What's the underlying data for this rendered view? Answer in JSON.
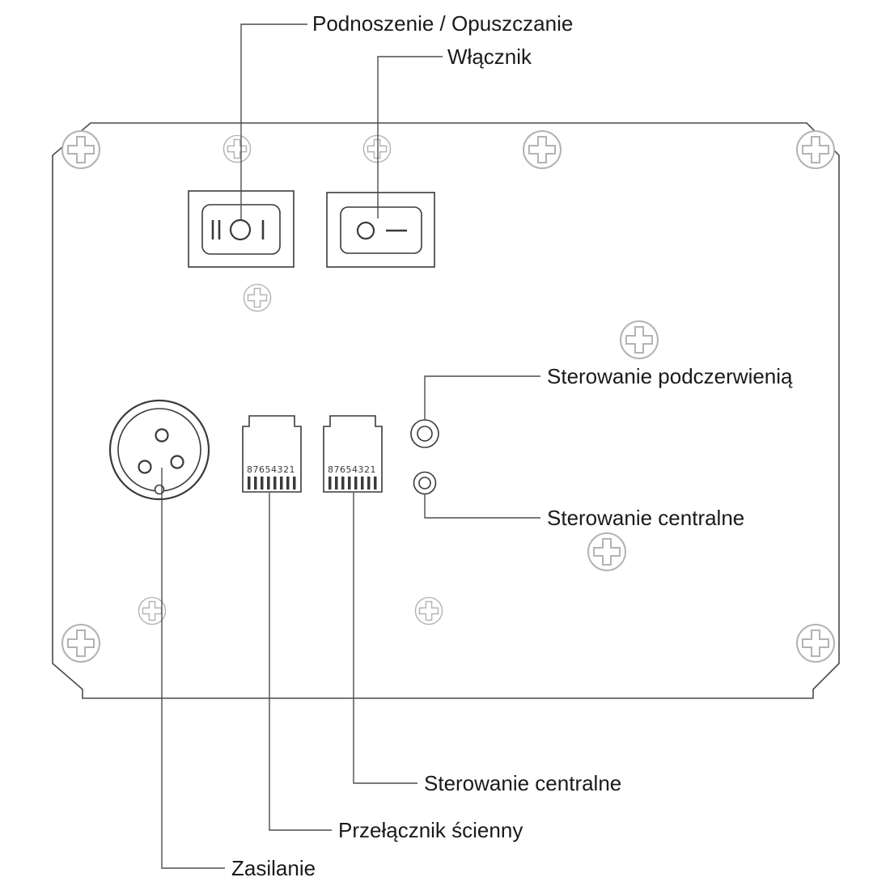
{
  "diagram": {
    "title_context": "device rear panel connection diagram",
    "labels": {
      "lift": "Podnoszenie / Opuszczanie",
      "power_switch": "Włącznik",
      "infrared": "Sterowanie podczerwienią",
      "central_right": "Sterowanie centralne",
      "central_bottom": "Sterowanie centralne",
      "wall_switch": "Przełącznik ścienny",
      "power_supply": "Zasilanie"
    },
    "rj45": {
      "pin_numbers": "87654321"
    },
    "colors": {
      "background": "#ffffff",
      "panel_outline": "#4a4a4a",
      "component_line": "#3a3a3a",
      "screw_line": "#b3b3b3",
      "leader_line": "#4d4d4d",
      "text": "#1a1a1a"
    }
  }
}
